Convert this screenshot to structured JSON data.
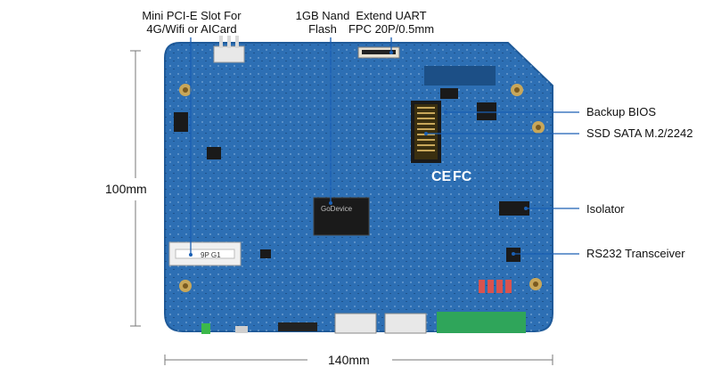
{
  "callouts": {
    "mini_pcie": [
      "Mini PCI-E Slot For",
      "4G/Wifi or AICard"
    ],
    "nand": [
      "1GB Nand",
      "Flash"
    ],
    "uart": [
      "Extend UART",
      "FPC 20P/0.5mm"
    ],
    "backup_bios": "Backup BIOS",
    "ssd": "SSD SATA M.2/2242",
    "isolator": "Isolator",
    "rs232": "RS232 Transceiver"
  },
  "dimensions": {
    "height": "100mm",
    "width": "140mm"
  },
  "board_marks": {
    "chip": "GoDevice",
    "slot_text": "9P G1",
    "ce": "CE",
    "fc": "FC"
  },
  "colors": {
    "board": "#2d6fb4",
    "board_dark": "#1f5a99",
    "callout_line": "#1a5fb4",
    "gold": "#c8a75a"
  }
}
